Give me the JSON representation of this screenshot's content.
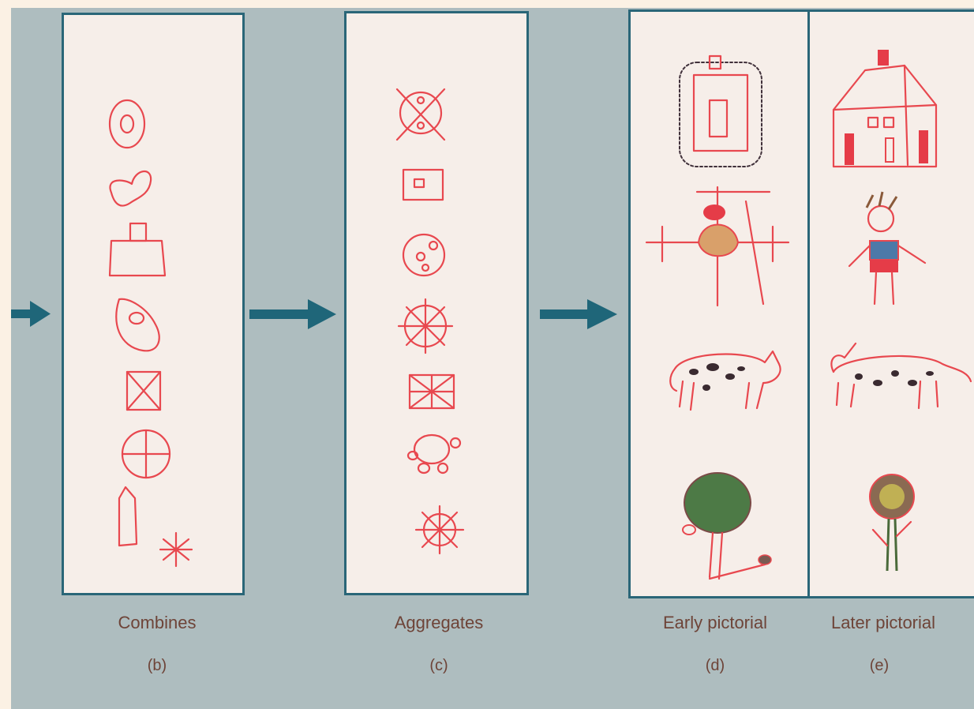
{
  "colors": {
    "background": "#aebdbf",
    "panel": "#f6eee9",
    "panel_border": "#2a6678",
    "arrow": "#1f6679",
    "ink": "#e8484f",
    "caption": "#6e4438"
  },
  "stages": [
    {
      "caption": "Combines",
      "label": "(b)"
    },
    {
      "caption": "Aggregates",
      "label": "(c)"
    },
    {
      "caption": "Early pictorial",
      "label": "(d)"
    },
    {
      "caption": "Later pictorial",
      "label": "(e)"
    }
  ]
}
